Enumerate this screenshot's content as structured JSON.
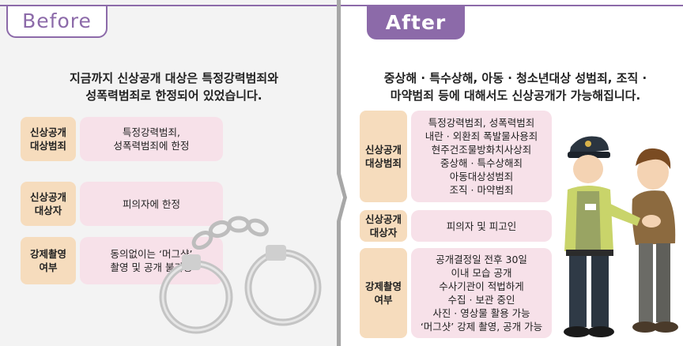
{
  "before": {
    "tag": "Before",
    "heading_line1": "지금까지 신상공개 대상은 특정강력범죄와",
    "heading_line2": "성폭력범죄로 한정되어 있었습니다.",
    "rows": [
      {
        "label_line1": "신상공개",
        "label_line2": "대상범죄",
        "content_lines": [
          "특정강력범죄,",
          "성폭력범죄에 한정"
        ]
      },
      {
        "label_line1": "신상공개",
        "label_line2": "대상자",
        "content_lines": [
          "피의자에 한정"
        ]
      },
      {
        "label_line1": "강제촬영",
        "label_line2": "여부",
        "content_lines": [
          "동의없이는 ‘머그샷’",
          "촬영 및 공개 불가능"
        ]
      }
    ]
  },
  "after": {
    "tag": "After",
    "heading_line1": "중상해 · 특수상해, 아동 · 청소년대상 성범죄, 조직 ·",
    "heading_line2": "마약범죄 등에 대해서도 신상공개가 가능해집니다.",
    "rows": [
      {
        "label_line1": "신상공개",
        "label_line2": "대상범죄",
        "content_lines": [
          "특정강력범죄, 성폭력범죄",
          "내란 · 외환죄 폭발물사용죄",
          "현주건조물방화치사상죄",
          "중상해 · 특수상해죄",
          "아동대상성범죄",
          "조직 · 마약범죄"
        ]
      },
      {
        "label_line1": "신상공개",
        "label_line2": "대상자",
        "content_lines": [
          "피의자 및 피고인"
        ]
      },
      {
        "label_line1": "강제촬영",
        "label_line2": "여부",
        "content_lines": [
          "공개결정일 전후 30일",
          "이내 모습 공개",
          "수사기관이 적법하게",
          "수집 · 보관 중인",
          "사진 · 영상물 활용 가능",
          "‘머그샷’ 강제 촬영, 공개 가능"
        ]
      }
    ]
  },
  "colors": {
    "accent": "#8c6aa9",
    "label_bg": "#f6dcbd",
    "content_bg": "#f7e1e9",
    "divider": "#a7a7a7"
  },
  "illustrations": [
    "handcuffs-image",
    "police-officer-escorting-suspect-image"
  ]
}
